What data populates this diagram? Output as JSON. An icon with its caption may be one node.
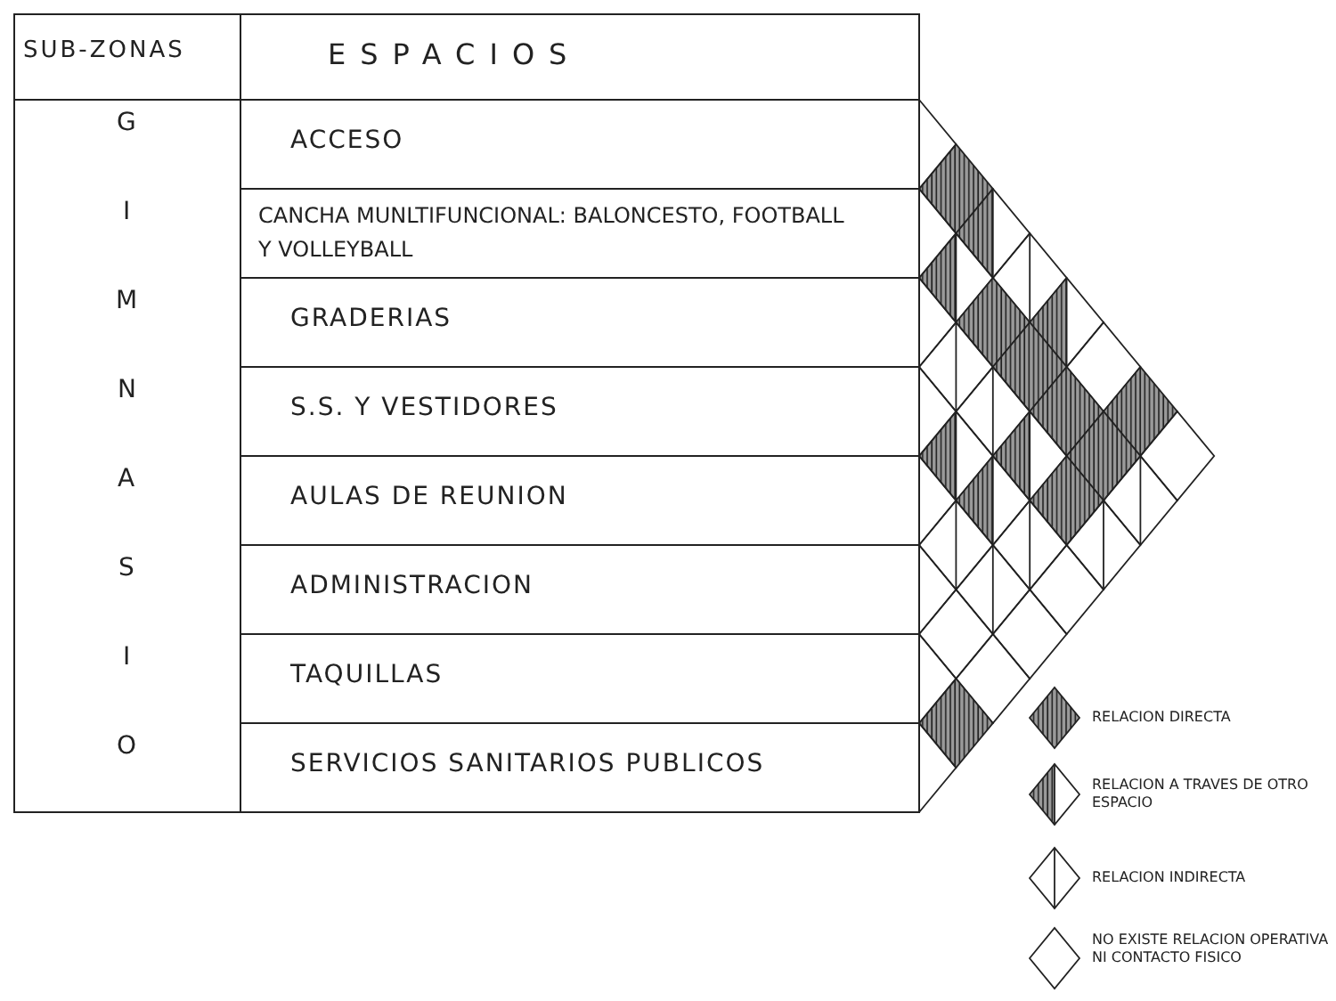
{
  "diagram": {
    "labels": [
      "SUB-ZONAS",
      "ESPACIOS",
      "G",
      "ACCESO",
      "I",
      "CANCHA MUNLTIFUNCIONAL: BALONCESTO, FOOTBALL Y VOLLEYBALL",
      "M",
      "GRADERIAS",
      "N",
      "S.S. Y VESTIDORES",
      "A",
      "AULAS DE REUNION",
      "S",
      "ADMINISTRACION",
      "I",
      "TAQUILLAS",
      "O",
      "SERVICIOS SANITARIOS PUBLICOS"
    ],
    "legend": [
      {
        "text": "RELACION DIRECTA"
      },
      {
        "text": "RELACION A TRAVES DE OTRO ESPACIO"
      },
      {
        "text": "RELACION INDIRECTA"
      },
      {
        "text": "NO EXISTE RELACION OPERATIVA NI CONTACTO FISICO"
      }
    ]
  }
}
